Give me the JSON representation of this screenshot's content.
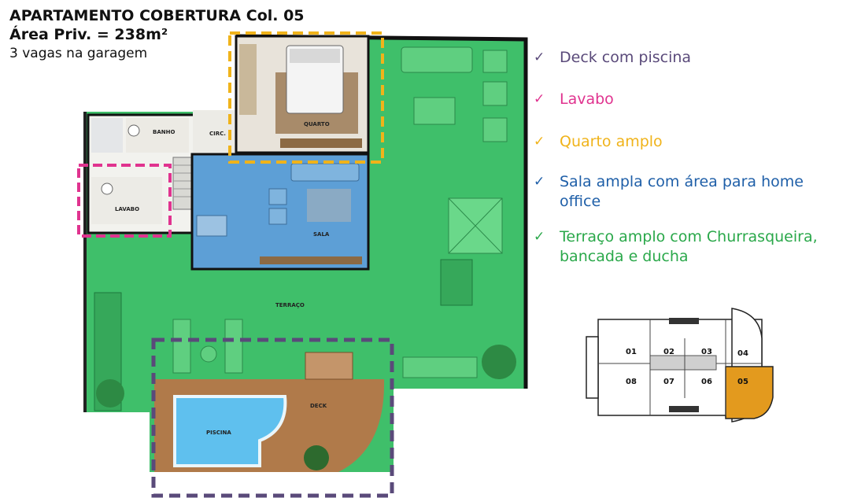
{
  "header": {
    "title": "APARTAMENTO COBERTURA Col. 05",
    "area": "Área Priv. = 238m²",
    "parking": "3 vagas na garagem"
  },
  "features": [
    {
      "label": "Deck com piscina",
      "color": "#5a4a7a"
    },
    {
      "label": "Lavabo",
      "color": "#e0338f"
    },
    {
      "label": "Quarto amplo",
      "color": "#f0b31a"
    },
    {
      "label": "Sala ampla com área para home office",
      "color": "#1f5fa8"
    },
    {
      "label": "Terraço amplo com Churrasqueira, bancada e ducha",
      "color": "#2aa84a"
    }
  ],
  "rooms": {
    "banho": "BANHO",
    "circ": "CIRC.",
    "quarto": "QUARTO",
    "lavabo": "LAVABO",
    "sala": "SALA",
    "terraco": "TERRAÇO",
    "deck": "DECK",
    "piscina": "PISCINA"
  },
  "keyplan": {
    "units_top": [
      "01",
      "02",
      "03",
      "04"
    ],
    "units_bottom": [
      "08",
      "07",
      "06",
      "05"
    ],
    "highlight": "05",
    "highlight_color": "#e39a1e"
  },
  "colors": {
    "terrace": "#3fbf6a",
    "sala": "#5d9fd6",
    "pool": "#5fc0ee",
    "deck": "#b07a4a",
    "quarto_box": "#f0b31a",
    "lavabo_box": "#e0338f",
    "deck_box": "#5a4a7a"
  }
}
